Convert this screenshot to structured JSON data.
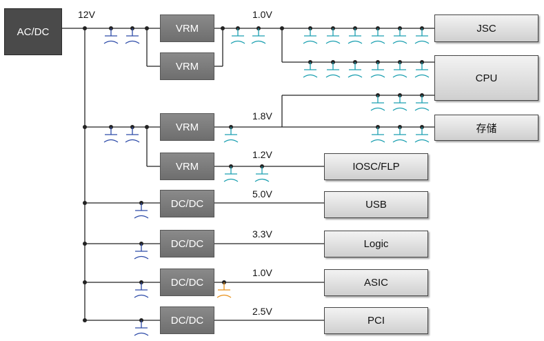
{
  "source": {
    "label": "AC/DC"
  },
  "bus_voltage": "12V",
  "regulators": {
    "vrm1": "VRM",
    "vrm2": "VRM",
    "vrm3": "VRM",
    "vrm4": "VRM",
    "dcdc1": "DC/DC",
    "dcdc2": "DC/DC",
    "dcdc3": "DC/DC",
    "dcdc4": "DC/DC"
  },
  "rail_voltages": {
    "core": "1.0V",
    "mem": "1.8V",
    "io": "1.2V",
    "usb": "5.0V",
    "logic": "3.3V",
    "asic": "1.0V",
    "pci": "2.5V"
  },
  "loads": {
    "jsc": "JSC",
    "cpu": "CPU",
    "storage": "存储",
    "iosc": "IOSC/FLP",
    "usb": "USB",
    "logic": "Logic",
    "asic": "ASIC",
    "pci": "PCI"
  },
  "colors": {
    "wire": "#222222",
    "cap_blue": "#2c4aa8",
    "cap_teal": "#1a9fb0",
    "cap_orange": "#e8901a"
  }
}
